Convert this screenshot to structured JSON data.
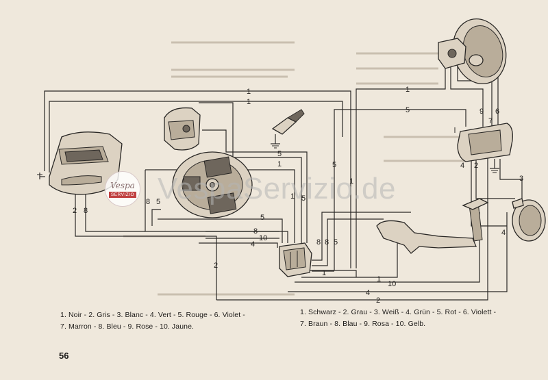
{
  "wire_labels": {
    "top_1a": "1",
    "top_1b": "1",
    "right_1": "1",
    "right_5": "5",
    "stator_5a": "5",
    "stator_1a": "1",
    "stator_8": "8",
    "stator_5b": "5",
    "mid_5": "5",
    "mid_1": "1",
    "mid_5c": "5",
    "mid_1c": "1",
    "lower_5": "5",
    "lower_8": "8",
    "lower_4": "4",
    "lower_10": "10",
    "reg_8": "8",
    "reg_8b": "8",
    "reg_5": "5",
    "bottom_1a": "1",
    "bottom_1b": "1",
    "bottom_10": "10",
    "bottom_4": "4",
    "bottom_2": "2",
    "left_2": "2",
    "left_8": "8",
    "left_2b": "2",
    "sw_9": "9",
    "sw_7": "7",
    "sw_6": "6",
    "sw_4": "4",
    "sw_2": "2",
    "sw_3": "3",
    "sw_4b": "4"
  },
  "legend_fr": {
    "line1": "1. Noir - 2. Gris - 3. Blanc - 4. Vert - 5. Rouge - 6. Violet -",
    "line2": "7. Marron - 8. Bleu - 9. Rose - 10. Jaune."
  },
  "legend_de": {
    "line1": "1. Schwarz - 2. Grau - 3. Weiß - 4. Grün - 5. Rot - 6. Violett -",
    "line2": "7. Braun - 8. Blau - 9. Rosa - 10. Gelb."
  },
  "page_number": "56",
  "watermark": "VespaServizio.de",
  "badge": {
    "brand": "Vespa",
    "sub": "SERVIZIO"
  }
}
